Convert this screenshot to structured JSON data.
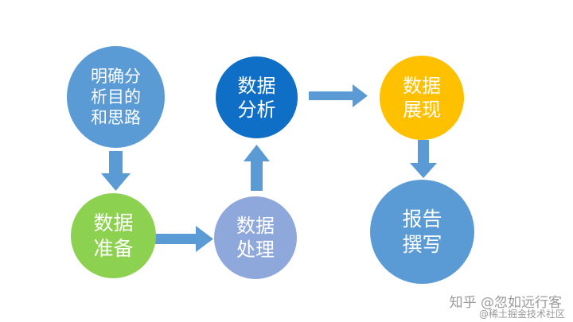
{
  "diagram": {
    "nodes": [
      {
        "id": "goal",
        "label": "明确分\n析目的\n和思路",
        "color": "#5B9BD5"
      },
      {
        "id": "prepare",
        "label": "数据\n准备",
        "color": "#8CD14F"
      },
      {
        "id": "process",
        "label": "数据\n处理",
        "color": "#8FA8DC"
      },
      {
        "id": "analyze",
        "label": "数据\n分析",
        "color": "#0F6FC6"
      },
      {
        "id": "present",
        "label": "数据\n展现",
        "color": "#FFC000"
      },
      {
        "id": "report",
        "label": "报告\n撰写",
        "color": "#5B9BD5"
      }
    ],
    "edges": [
      {
        "from": "goal",
        "to": "prepare"
      },
      {
        "from": "prepare",
        "to": "process"
      },
      {
        "from": "process",
        "to": "analyze"
      },
      {
        "from": "analyze",
        "to": "present"
      },
      {
        "from": "present",
        "to": "report"
      }
    ],
    "arrow_color": "#5B9BD5"
  },
  "watermark": {
    "line1": "知乎 @忽如远行客",
    "line2": "@稀土掘金技术社区"
  }
}
